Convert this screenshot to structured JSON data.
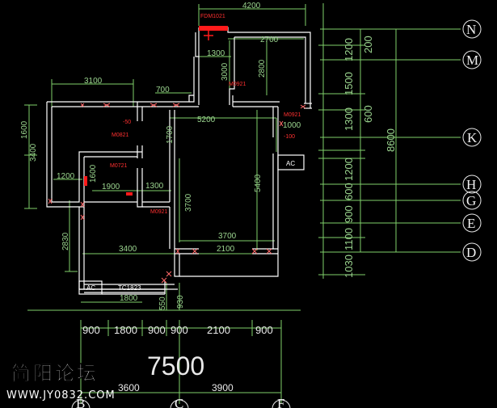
{
  "plan": {
    "door_tags": {
      "fdm": "FDM1021",
      "m0921_top": "M0921",
      "m0921_right": "M0921",
      "m0821": "M0821",
      "m0721": "M0721",
      "m0921_mid": "M0921",
      "tc": "TC1823"
    },
    "ac_tags": {
      "right": "AC",
      "left": "AC"
    },
    "level_tags": {
      "right": "-100",
      "left": "-50"
    },
    "dims_top": {
      "overall": "4200",
      "d2700": "2700",
      "d1300": "1300",
      "d3000": "3000",
      "d2800": "2800",
      "d3100": "3100",
      "d700": "700"
    },
    "dims_inner": {
      "d5200": "5200",
      "d1700": "1700",
      "d1000": "1000",
      "d5400": "5400",
      "d1200": "1200",
      "d1600": "1600",
      "d1900": "1900",
      "d1300": "1300",
      "d3700v": "3700",
      "d3700h": "3700",
      "d2100": "2100",
      "d3400h": "3400",
      "d1800": "1800",
      "d550": "550",
      "d930": "930"
    },
    "dims_left": {
      "d1600": "1600",
      "d3400": "3400",
      "d2830": "2830"
    },
    "dims_right": {
      "d1200a": "1200",
      "d200": "200",
      "d1500": "1500",
      "d1300": "1300",
      "d600": "600",
      "d1200b": "1200",
      "d600b": "600",
      "d900": "900",
      "d1100": "1100",
      "d1030": "1030",
      "total": "8600"
    },
    "axes_right": [
      "N",
      "M",
      "K",
      "H",
      "G",
      "E",
      "D"
    ],
    "dims_bottom": {
      "s1": "900",
      "s2": "1800",
      "s3": "900",
      "s4": "900",
      "s5": "2100",
      "s6": "900",
      "total": "7500",
      "sub1": "3600",
      "sub2": "3900"
    },
    "axes_bottom": [
      "B",
      "C",
      "F"
    ]
  },
  "watermark": {
    "title": "简阳论坛",
    "url": "WWW.JY0832.COM"
  },
  "colors": {
    "background": "#000000",
    "dim": "#9bd58f",
    "wall": "#ffffff",
    "hatch": "#ff5a5a",
    "door": "#ff1a1a"
  }
}
